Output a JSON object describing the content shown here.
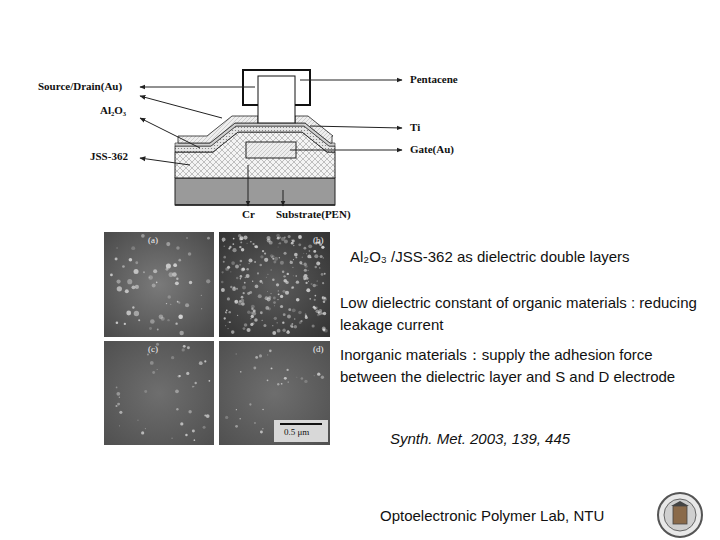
{
  "diagram": {
    "title": "Al₂O₃ /JSS-362 as dielectric double layers",
    "labels": [
      "Source/Drain(Au)",
      "Al₂O₃",
      "JSS-362",
      "Pentacene",
      "Ti",
      "Gate(Au)",
      "Cr",
      "Substrate(PEN)",
      "(a)",
      "(b)",
      "(c)",
      "(d)",
      "0.5 μm",
      "Low dielectric constant of organic materials : reducing leakage current",
      "Inorganic materials：supply the adhesion force between the dielectric layer and S and D electrode",
      "Synth. Met. 2003, 139, 445",
      "Optoelectronic Polymer Lab, NTU"
    ]
  }
}
